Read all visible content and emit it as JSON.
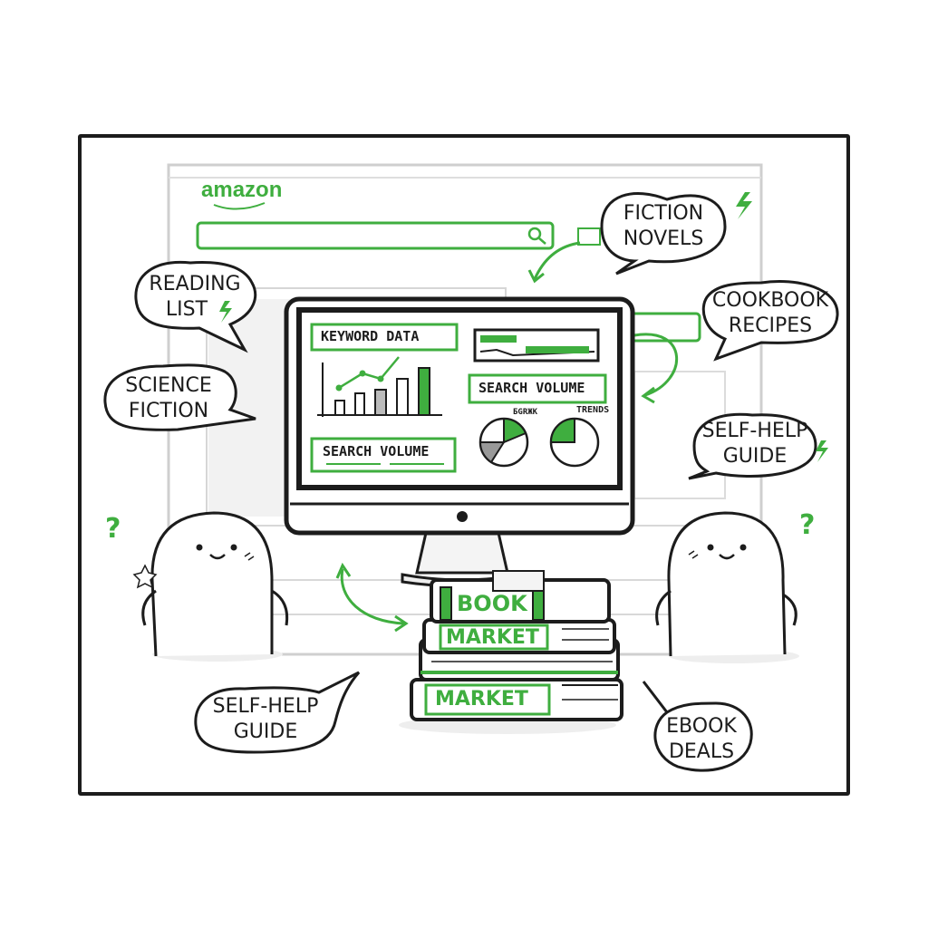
{
  "browser": {
    "logo": "amazon",
    "search_placeholder": ""
  },
  "monitor": {
    "panel_keyword": "KEYWORD DATA",
    "panel_search_volume_top": "SEARCH VOLUME",
    "panel_search_volume_bottom": "SEARCH VOLUME",
    "pie_label_left": "БGRЖK",
    "pie_label_right": "TRENDS"
  },
  "books": {
    "top": "BOOK",
    "middle": "MARKET",
    "bottom": "MARKET"
  },
  "bubbles": {
    "fiction_novels": [
      "FICTION",
      "NOVELS"
    ],
    "reading_list": [
      "READING",
      "LIST"
    ],
    "cookbook_recipes": [
      "COOKBOOK",
      "RECIPES"
    ],
    "science_fiction": [
      "SCIENCE",
      "FICTION"
    ],
    "self_help_right": [
      "SELF-HELP",
      "GUIDE"
    ],
    "self_help_left": [
      "SELF-HELP",
      "GUIDE"
    ],
    "ebook_deals": [
      "EBOOK",
      "DEALS"
    ]
  },
  "marks": {
    "question_left": "?",
    "question_right": "?"
  },
  "colors": {
    "accent_green": "#3fae3f",
    "ink": "#1c1c1c",
    "sketch_gray": "#cfcfcf"
  },
  "icons": [
    "search-icon",
    "lightning-icon",
    "question-mark-icon",
    "arrow-icon",
    "monitor-icon",
    "book-stack-icon",
    "pie-chart-icon",
    "bar-chart-icon"
  ]
}
